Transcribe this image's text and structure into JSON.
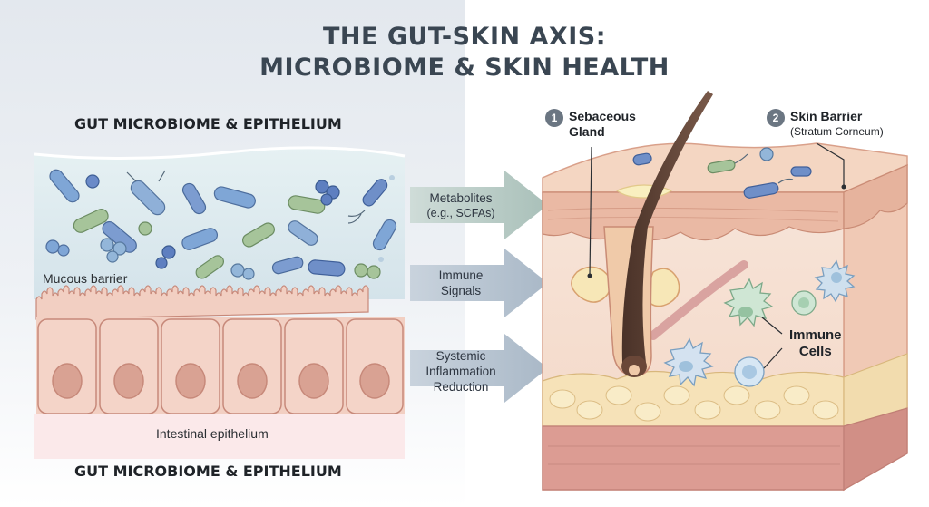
{
  "title": {
    "line1": "THE GUT-SKIN AXIS:",
    "line2": "MICROBIOME & SKIN HEALTH"
  },
  "left_panel": {
    "heading_top": "GUT MICROBIOME & EPITHELIUM",
    "heading_bottom": "GUT MICROBIOME & EPITHELIUM",
    "mucous_label": "Mucous barrier",
    "epithelium_label": "Intestinal epithelium"
  },
  "arrows": [
    {
      "line1": "Metabolites",
      "line2": "(e.g., SCFAs)",
      "line3": ""
    },
    {
      "line1": "Immune",
      "line2": "Signals",
      "line3": ""
    },
    {
      "line1": "Systemic",
      "line2": "Inflammation",
      "line3": "Reduction"
    }
  ],
  "skin_panel": {
    "callout1_number": "1",
    "callout1_line1": "Sebaceous",
    "callout1_line2": "Gland",
    "callout2_number": "2",
    "callout2_line1": "Skin Barrier",
    "callout2_line2": "(Stratum Corneum)",
    "immune_line1": "Immune",
    "immune_line2": "Cells"
  },
  "colors": {
    "left_bg": "#e3e8ee",
    "cell_fill": "#f2cfc2",
    "nucleus": "#d9a293",
    "skin_top": "#f4d6c2",
    "arrow": "#b9c6d3"
  }
}
